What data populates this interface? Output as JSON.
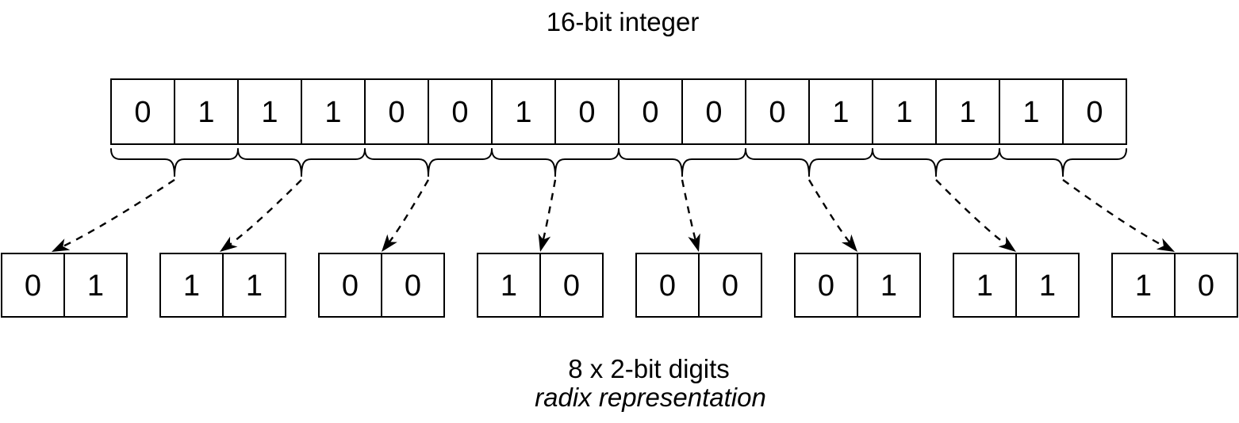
{
  "colors": {
    "ink": "#000000",
    "background": "#ffffff"
  },
  "top_label": "16-bit integer",
  "bits": [
    "0",
    "1",
    "1",
    "1",
    "0",
    "0",
    "1",
    "0",
    "0",
    "0",
    "0",
    "1",
    "1",
    "1",
    "1",
    "0"
  ],
  "groups": [
    [
      "0",
      "1"
    ],
    [
      "1",
      "1"
    ],
    [
      "0",
      "0"
    ],
    [
      "1",
      "0"
    ],
    [
      "0",
      "0"
    ],
    [
      "0",
      "1"
    ],
    [
      "1",
      "1"
    ],
    [
      "1",
      "0"
    ]
  ],
  "bottom_label_line1": "8 x 2-bit digits",
  "bottom_label_line2": "radix representation"
}
